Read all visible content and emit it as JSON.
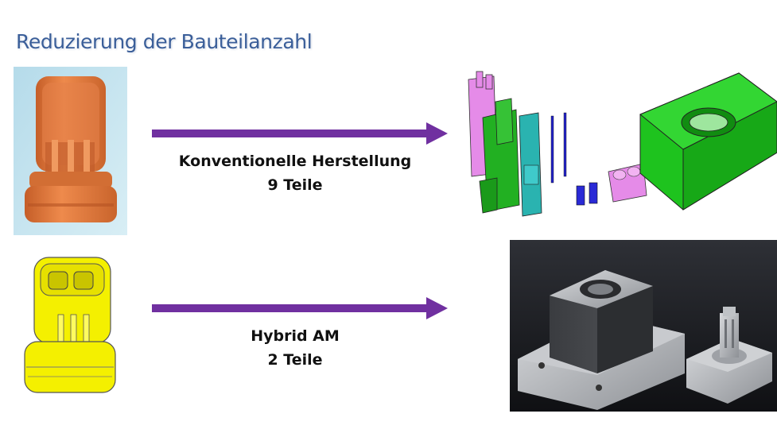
{
  "slide": {
    "title": "Reduzierung der Bauteilanzahl"
  },
  "rows": [
    {
      "method": "Konventionelle Herstellung",
      "parts": "9 Teile"
    },
    {
      "method": "Hybrid AM",
      "parts": "2 Teile"
    }
  ],
  "colors": {
    "title": "#3a5e99",
    "arrow": "#7030a0",
    "orange_part": "#e07a3c",
    "yellow_part": "#f2f000",
    "green_mold": "#1ec31e"
  }
}
